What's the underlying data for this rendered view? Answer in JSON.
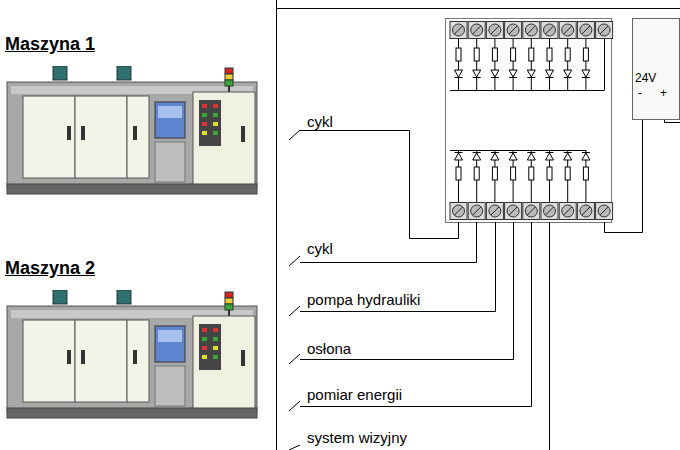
{
  "diagram": {
    "nodes": [
      {
        "text": [
          "Maszyna 1"
        ]
      },
      {
        "text": [
          "Maszyna 2"
        ]
      },
      {
        "text": [
          "24V"
        ]
      }
    ],
    "labels": [
      "cykl",
      "cykl",
      "pompa hydrauliki",
      "osłona",
      "pomiar energii",
      "system wizyjny",
      "-",
      "+"
    ]
  }
}
